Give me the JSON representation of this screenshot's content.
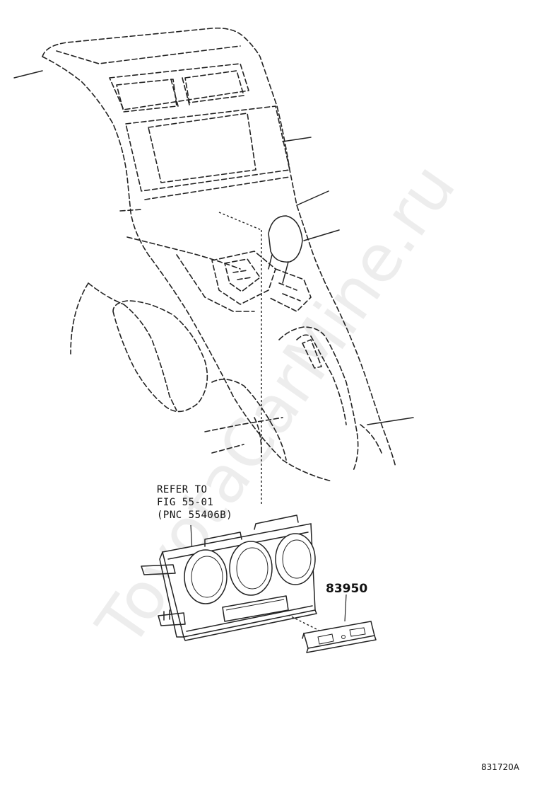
{
  "watermark": "ToyotaCarMine.ru",
  "callout": {
    "refer_line1": "REFER TO",
    "refer_line2": "FIG 55-01",
    "refer_line3": "(PNC 55406B)",
    "part_number": "83950"
  },
  "figure_id": "831720A"
}
